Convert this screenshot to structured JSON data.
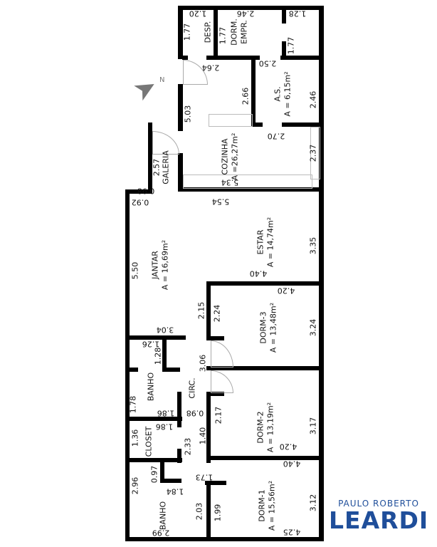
{
  "rooms": {
    "desp": "DESP.",
    "dorm_empr_1": "DORM.",
    "dorm_empr_2": "EMPR.",
    "as_name": "A.S.",
    "as_area": "A = 6,15m²",
    "cozinha_name": "COZINHA",
    "cozinha_area": "A =26,27m²",
    "galeria": "GALERIA",
    "estar_name": "ESTAR",
    "estar_area": "A = 14,74m²",
    "jantar_name": "JANTAR",
    "jantar_area": "A = 16,69m²",
    "dorm3_name": "DORM-3",
    "dorm3_area": "A = 13,48m²",
    "banho1": "BANHO",
    "circ": "CIRC.",
    "dorm2_name": "DORM-2",
    "dorm2_area": "A = 13,19m²",
    "closet": "CLOSET",
    "dorm1_name": "DORM-1",
    "dorm1_area": "A = 15,56m²",
    "banho2": "BANHO"
  },
  "dims": [
    "1.20",
    "1.77",
    "2.46",
    "1.77",
    "1.28",
    "1.77",
    "2.64",
    "2.50",
    "2.66",
    "2.46",
    "5.03",
    "2.70",
    "2.37",
    "5.34",
    "2.57",
    "0.98",
    "0.92",
    "5.54",
    "3.35",
    "4.40",
    "5.50",
    "4.20",
    "2.15",
    "2.24",
    "3.24",
    "3.04",
    "1.26",
    "1.28",
    "3.06",
    "1.78",
    "1.86",
    "0.98",
    "2.17",
    "3.17",
    "1.86",
    "1.36",
    "1.40",
    "2.33",
    "4.20",
    "4.40",
    "2.96",
    "0.97",
    "1.73",
    "1.84",
    "3.12",
    "2.03",
    "1.99",
    "2.99",
    "4.25"
  ],
  "compass": "N",
  "logo": {
    "line1": "PAULO ROBERTO",
    "line2": "LEARDI",
    "color": "#1f4e9a"
  }
}
